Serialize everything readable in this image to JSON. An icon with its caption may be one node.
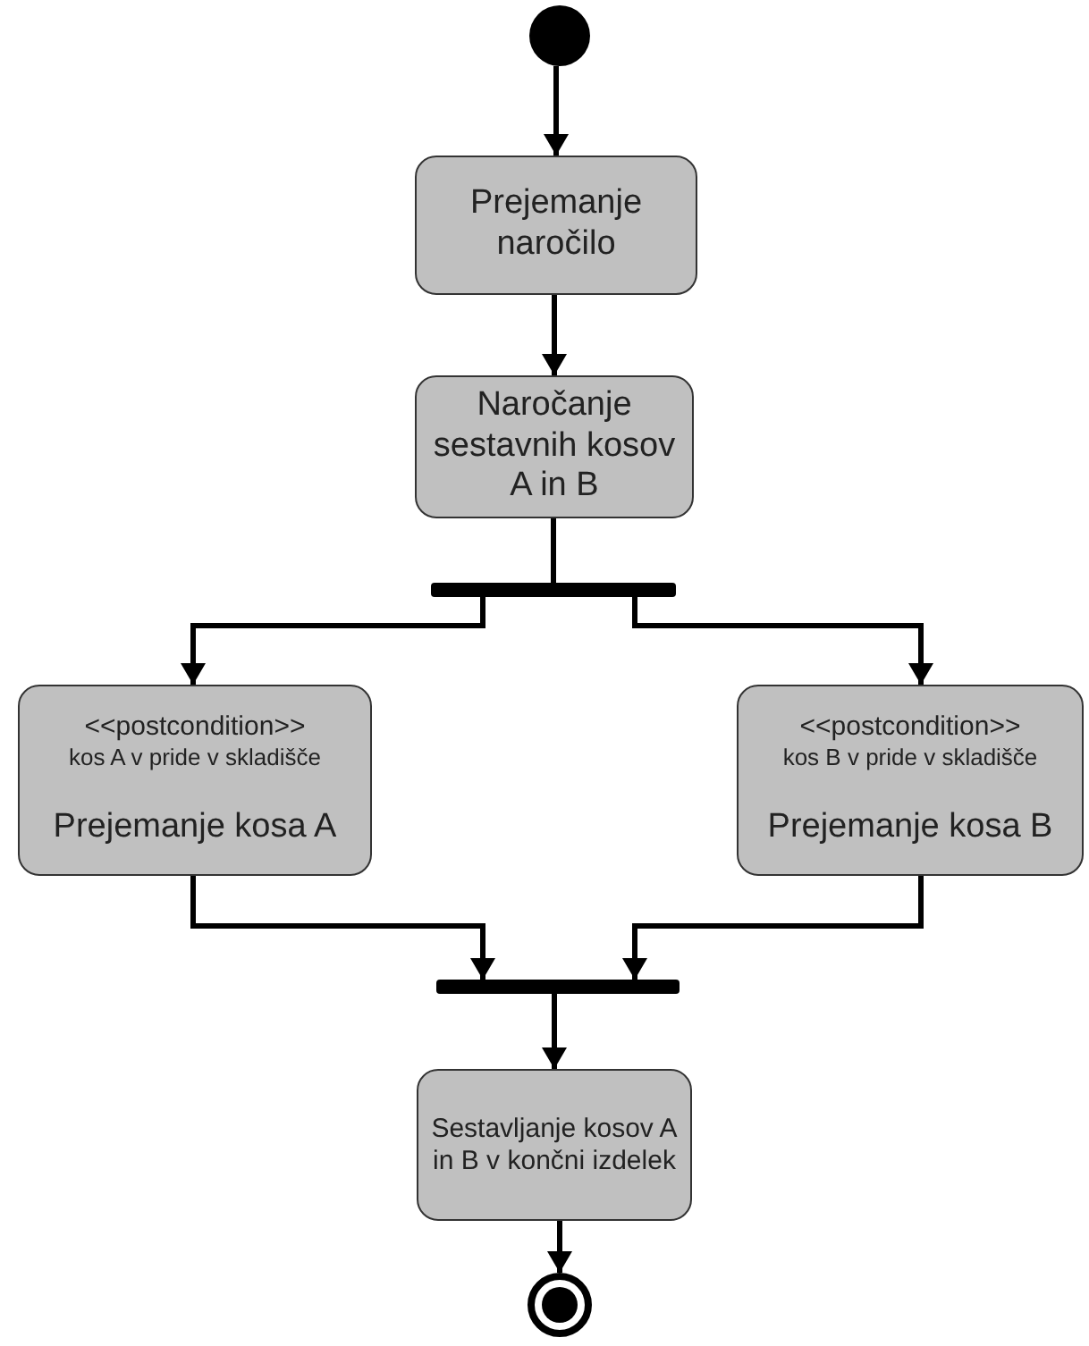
{
  "diagram": {
    "nodes": [
      {
        "text": [],
        "shape": "circle"
      },
      {
        "text": [
          "Prejemanje naročilo"
        ]
      },
      {
        "text": [
          "Naročanje sestavnih kosov A in B"
        ]
      },
      {
        "text": [],
        "shape": "bar"
      },
      {
        "text": [
          "<<postcondition>>",
          "kos A v pride v skladišče",
          "Prejemanje kosa A"
        ]
      },
      {
        "text": [
          "<<postcondition>>",
          "kos B v pride v skladišče",
          "Prejemanje kosa B"
        ]
      },
      {
        "text": [],
        "shape": "bar"
      },
      {
        "text": [
          "Sestavljanje kosov A in B v končni izdelek"
        ]
      },
      {
        "text": [],
        "shape": "bullseye"
      }
    ],
    "edges": [
      {
        "from": 0,
        "to": 1,
        "arrow": "to"
      },
      {
        "from": 1,
        "to": 2,
        "arrow": "to"
      },
      {
        "from": 2,
        "to": 3,
        "arrow": "none"
      },
      {
        "from": 3,
        "to": 4,
        "arrow": "to"
      },
      {
        "from": 3,
        "to": 5,
        "arrow": "to"
      },
      {
        "from": 4,
        "to": 6,
        "arrow": "to"
      },
      {
        "from": 5,
        "to": 6,
        "arrow": "to"
      },
      {
        "from": 6,
        "to": 7,
        "arrow": "to"
      },
      {
        "from": 7,
        "to": 8,
        "arrow": "to"
      }
    ]
  }
}
